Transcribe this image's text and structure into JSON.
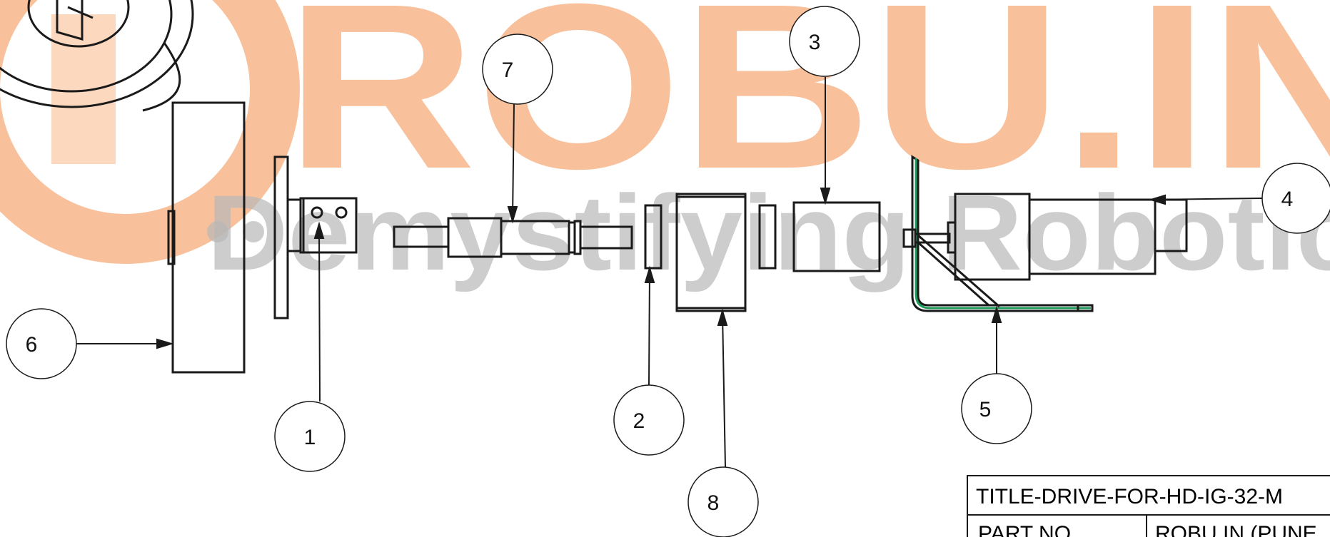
{
  "watermark": {
    "brand": "ROBU.IN",
    "tagline": "Demystifying Robotics",
    "brand_color": "#F7B68A",
    "tagline_color": "#B8B8B8"
  },
  "balloons": [
    {
      "label": "1"
    },
    {
      "label": "2"
    },
    {
      "label": "3"
    },
    {
      "label": "4"
    },
    {
      "label": "5"
    },
    {
      "label": "6"
    },
    {
      "label": "7"
    },
    {
      "label": "8"
    }
  ],
  "title_block": {
    "title": "TITLE-DRIVE-FOR-HD-IG-32-M",
    "part_no_label": "PART NO",
    "part_no_value": "ROBU.IN (PUNE",
    "part_no_value_color": "#E01010"
  },
  "colors": {
    "line": "#1a1a1a",
    "bracket_accent": "#1E9A5A"
  }
}
